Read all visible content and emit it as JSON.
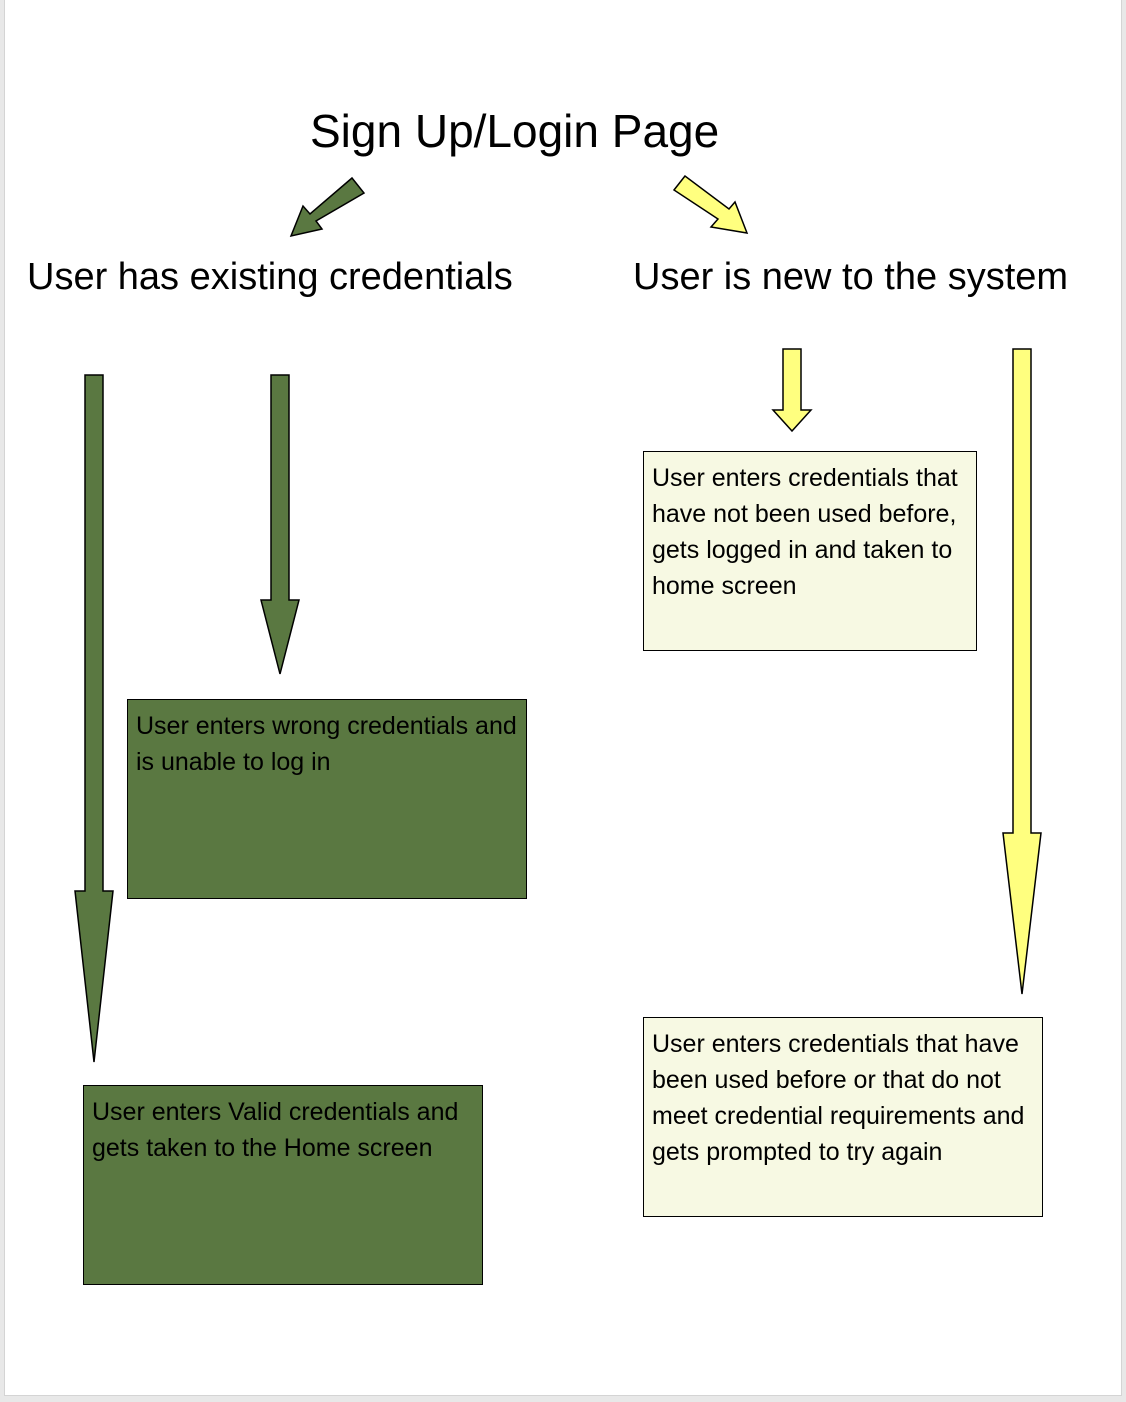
{
  "title": "Sign Up/Login Page",
  "branches": {
    "existing": "User has existing credentials",
    "new": "User is new to the system"
  },
  "boxes": {
    "wrong_credentials": "User enters wrong credentials and is unable to log in",
    "valid_credentials": "User enters Valid credentials and gets taken to the Home screen",
    "new_credentials": "User enters credentials that have not been used before, gets logged in and taken to home screen",
    "retry": "User enters credentials that have been used before or that do not meet credential requirements and gets prompted to try again"
  },
  "colors": {
    "existing_path": "#5a7841",
    "new_path": "#ffff7f",
    "new_box_fill": "#f7f9e3",
    "outline": "#000000"
  }
}
